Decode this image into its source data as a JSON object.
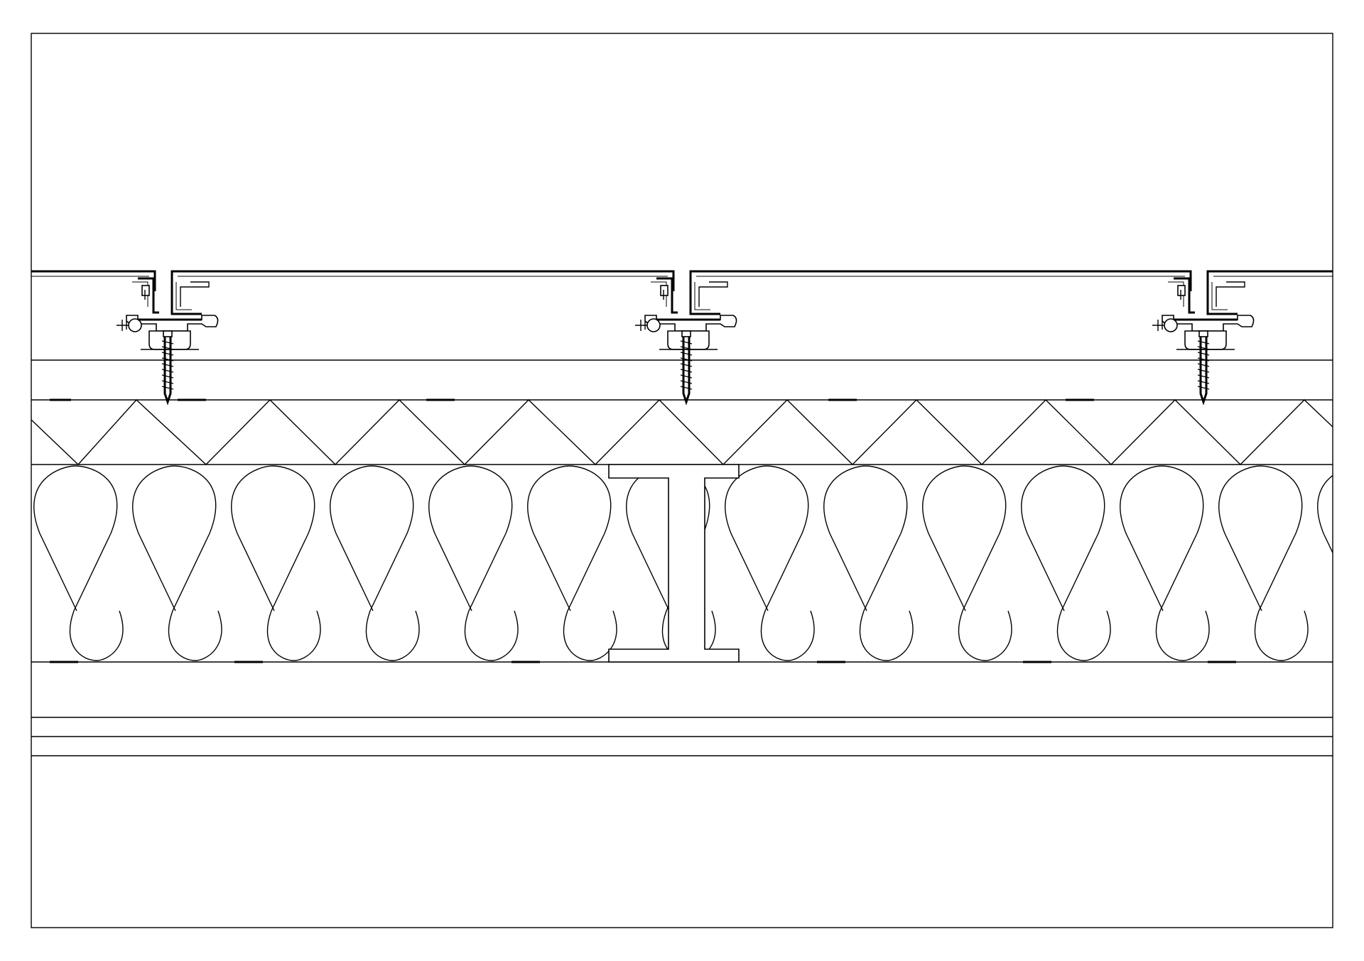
{
  "drawing": {
    "type": "architectural section detail",
    "colors": {
      "line": "#000000",
      "background": "#ffffff"
    },
    "layers": [
      {
        "name": "metal-cladding-panels"
      },
      {
        "name": "panel-clip-fixings",
        "count": 3
      },
      {
        "name": "top-board"
      },
      {
        "name": "rigid-insulation-zigzag"
      },
      {
        "name": "mineral-wool-insulation"
      },
      {
        "name": "steel-i-beam"
      },
      {
        "name": "lower-board"
      },
      {
        "name": "base-layers"
      }
    ]
  }
}
